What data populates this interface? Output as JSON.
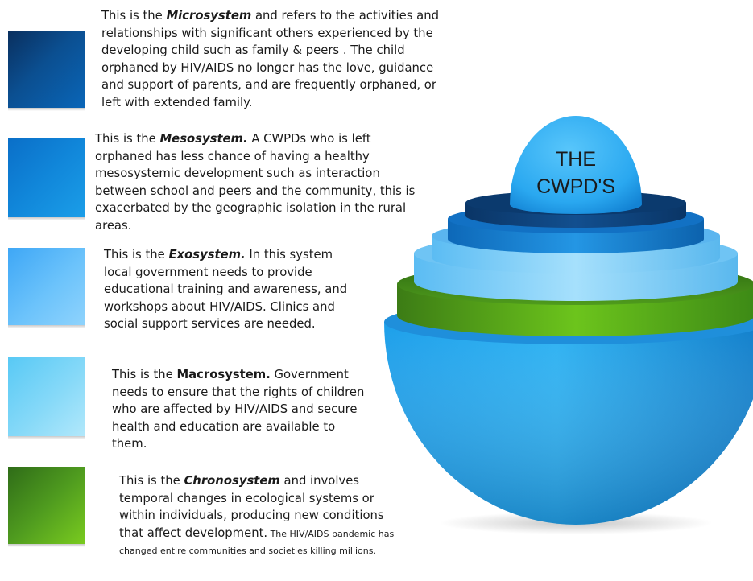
{
  "items": [
    {
      "intro": "This is the ",
      "term": "Microsystem",
      "body": " and refers to the activities and relationships with significant others experienced by the developing child such as family & peers .  The child orphaned by HIV/AIDS no longer has the love, guidance and support of parents, and are frequently orphaned, or left with extended family.",
      "swatch_colors": [
        "#0a2f5e",
        "#0a66b8"
      ]
    },
    {
      "intro": "This is the ",
      "term": "Mesosystem.",
      "body": "  A CWPDs who is left orphaned has less chance of having a healthy mesosystemic development such as interaction between school and peers and the community, this is exacerbated by the geographic isolation in the rural areas.",
      "swatch_colors": [
        "#0a6fc8",
        "#1b9ee8"
      ]
    },
    {
      "intro": "This is the ",
      "term": "Exosystem.",
      "body": " In this system local government needs to provide educational training and  awareness, and workshops about HIV/AIDS.  Clinics and social support services are needed.",
      "swatch_colors": [
        "#3ea7f6",
        "#8fd3fc"
      ]
    },
    {
      "intro": "This is the ",
      "term": "Macrosystem.",
      "body": " Government needs to ensure that the rights of children who are affected by HIV/AIDS and secure health and education are available to them.",
      "swatch_colors": [
        "#58c9f5",
        "#b2e8fb"
      ]
    },
    {
      "intro": "This is the ",
      "term": "Chronosystem",
      "body": " and involves temporal changes in ecological systems or within individuals, producing new conditions",
      "body_tail": "that affect development.",
      "small_note": " The HIV/AIDS pandemic has changed entire communities and societies killing millions.",
      "swatch_colors": [
        "#2f6c18",
        "#7acb1f"
      ]
    }
  ],
  "dome": {
    "line1": "THE",
    "line2": "CWPD'S"
  },
  "colors": {
    "core": "#2f9fe6",
    "ring_dark": "#0b3e74",
    "ring_blue": "#1478cc",
    "ring_light": "#7fcbf6",
    "ring_green": "#5aa81e",
    "bowl": "#1b96e0"
  }
}
